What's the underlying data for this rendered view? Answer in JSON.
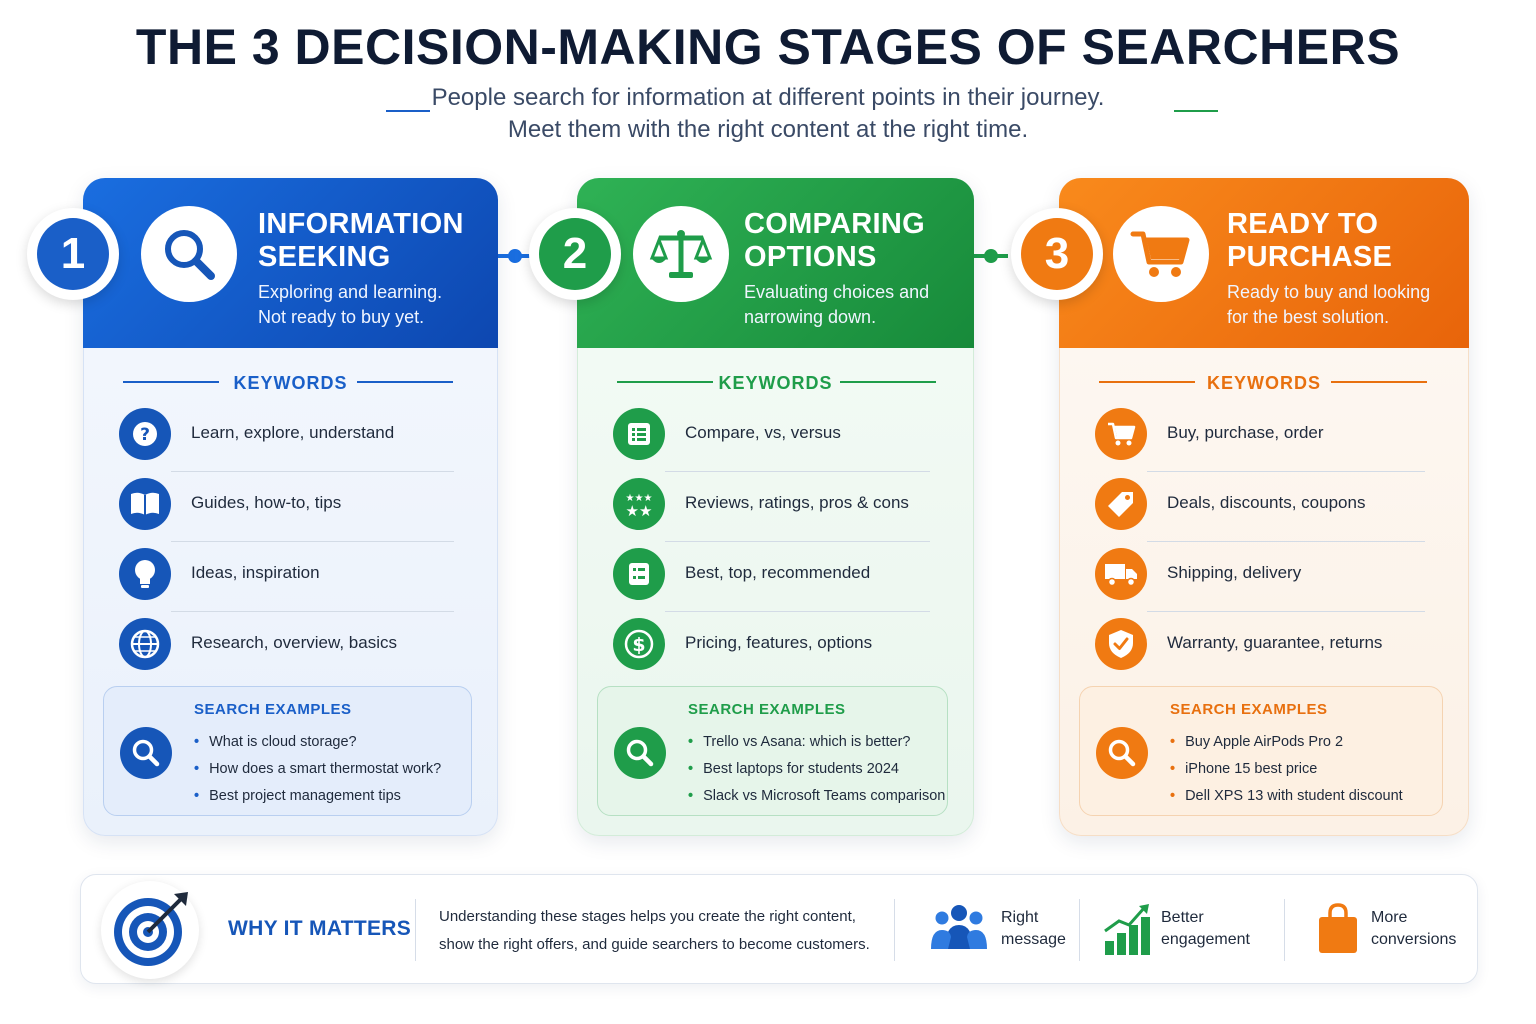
{
  "header": {
    "title": "THE 3 DECISION-MAKING STAGES OF SEARCHERS",
    "subtitle_line1": "People search for information at different points in their journey.",
    "subtitle_line2": "Meet them with the right content at the right time."
  },
  "colors": {
    "blue": "#1a5fc8",
    "green": "#1f9d4a",
    "orange": "#f07a12"
  },
  "stages": [
    {
      "number": "1",
      "title_line1": "INFORMATION",
      "title_line2": "SEEKING",
      "desc_line1": "Exploring and learning.",
      "desc_line2": "Not ready to buy yet.",
      "icon": "search-icon",
      "keywords_label": "KEYWORDS",
      "keywords": [
        {
          "icon": "question-icon",
          "text": "Learn, explore, understand"
        },
        {
          "icon": "book-icon",
          "text": "Guides, how-to, tips"
        },
        {
          "icon": "lightbulb-icon",
          "text": "Ideas, inspiration"
        },
        {
          "icon": "globe-icon",
          "text": "Research, overview, basics"
        }
      ],
      "examples_label": "SEARCH EXAMPLES",
      "examples": [
        "What is cloud storage?",
        "How does a smart thermostat work?",
        "Best project management tips"
      ]
    },
    {
      "number": "2",
      "title_line1": "COMPARING",
      "title_line2": "OPTIONS",
      "desc_line1": "Evaluating choices and",
      "desc_line2": "narrowing down.",
      "icon": "scale-icon",
      "keywords_label": "KEYWORDS",
      "keywords": [
        {
          "icon": "list-icon",
          "text": "Compare, vs, versus"
        },
        {
          "icon": "stars-icon",
          "text": "Reviews, ratings, pros & cons"
        },
        {
          "icon": "checklist-icon",
          "text": "Best, top, recommended"
        },
        {
          "icon": "dollar-icon",
          "text": "Pricing, features, options"
        }
      ],
      "examples_label": "SEARCH EXAMPLES",
      "examples": [
        "Trello vs Asana: which is better?",
        "Best laptops for students 2024",
        "Slack vs Microsoft Teams comparison"
      ]
    },
    {
      "number": "3",
      "title_line1": "READY TO",
      "title_line2": "PURCHASE",
      "desc_line1": "Ready to buy and looking",
      "desc_line2": "for the best solution.",
      "icon": "cart-icon",
      "keywords_label": "KEYWORDS",
      "keywords": [
        {
          "icon": "cart-icon",
          "text": "Buy, purchase, order"
        },
        {
          "icon": "tag-icon",
          "text": "Deals, discounts, coupons"
        },
        {
          "icon": "truck-icon",
          "text": "Shipping, delivery"
        },
        {
          "icon": "shield-check-icon",
          "text": "Warranty, guarantee, returns"
        }
      ],
      "examples_label": "SEARCH EXAMPLES",
      "examples": [
        "Buy Apple AirPods Pro 2",
        "iPhone 15 best price",
        "Dell XPS 13 with student discount"
      ]
    }
  ],
  "why": {
    "title": "WHY IT MATTERS",
    "text_line1": "Understanding these stages helps you create the right content,",
    "text_line2": "show the right offers, and guide searchers to become customers.",
    "items": [
      {
        "icon": "people-icon",
        "label": "Right\nmessage"
      },
      {
        "icon": "growth-chart-icon",
        "label": "Better\nengagement"
      },
      {
        "icon": "shopping-bag-icon",
        "label": "More\nconversions"
      }
    ]
  }
}
